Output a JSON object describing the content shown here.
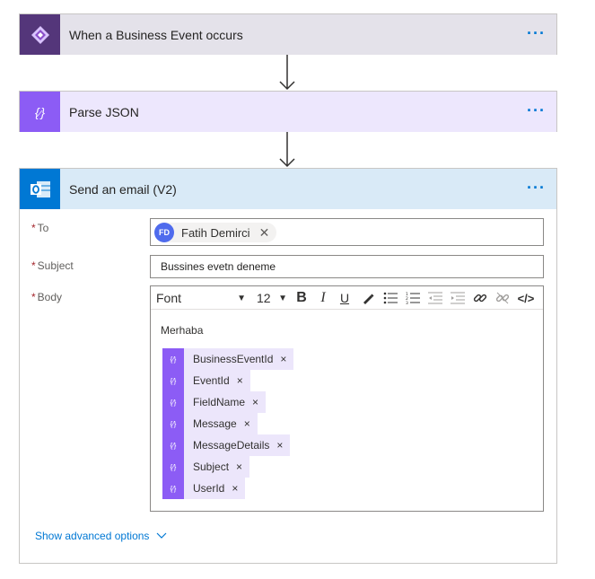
{
  "steps": {
    "trigger": {
      "title": "When a Business Event occurs",
      "more": "···"
    },
    "parse": {
      "title": "Parse JSON",
      "more": "···"
    },
    "email": {
      "title": "Send an email (V2)",
      "more": "···"
    }
  },
  "email_form": {
    "to_label": "To",
    "subject_label": "Subject",
    "body_label": "Body",
    "required_mark": "*",
    "recipient": {
      "initials": "FD",
      "name": "Fatih Demirci",
      "remove": "✕"
    },
    "subject_value": "Bussines evetn deneme",
    "toolbar": {
      "font": "Font",
      "size": "12"
    },
    "body_text": "Merhaba",
    "tokens": [
      "BusinessEventId",
      "EventId",
      "FieldName",
      "Message",
      "MessageDetails",
      "Subject",
      "UserId"
    ],
    "token_remove": "×",
    "advanced": "Show advanced options"
  },
  "colors": {
    "trigger_accent": "#4b2e83",
    "parse_accent": "#8c5cf5",
    "email_accent": "#0078d4",
    "link": "#0078d4"
  }
}
